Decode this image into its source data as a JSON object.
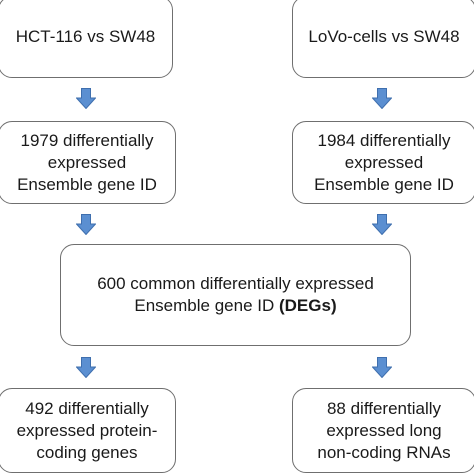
{
  "boxes": {
    "hct": {
      "line1": "HCT-116 vs SW48"
    },
    "lovo": {
      "line1": "LoVo-cells vs SW48"
    },
    "degs1979": {
      "line1": "1979 differentially",
      "line2": "expressed",
      "line3": "Ensemble gene ID"
    },
    "degs1984": {
      "line1": "1984 differentially",
      "line2": "expressed",
      "line3": "Ensemble gene ID"
    },
    "common": {
      "line1": "600 common differentially expressed",
      "line2": "Ensemble gene ID ",
      "line2_bold": "(DEGs)"
    },
    "protein": {
      "line1": "492 differentially",
      "line2": "expressed protein-",
      "line3": "coding genes"
    },
    "lncrna": {
      "line1": "88 differentially",
      "line2": "expressed long",
      "line3": "non-coding RNAs"
    }
  },
  "colors": {
    "arrow_fill": "#5b8fd1",
    "arrow_stroke": "#3f6fae",
    "box_border": "#6f6f6f"
  },
  "icons": {
    "arrow": "down-arrow-icon"
  }
}
